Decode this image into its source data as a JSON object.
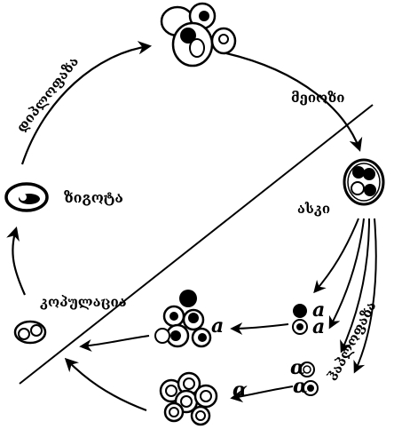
{
  "labels": {
    "diplophase": "დიპლოფაზა",
    "meiosis": "მეიოზი",
    "zygote": "ზიგოტა",
    "ascus": "ასკი",
    "copulation": "კოპულაცია",
    "haplophase": "ჰაპლოფაზა"
  },
  "mating_types": {
    "a_1": "a",
    "a_2": "a",
    "a_3": "a",
    "alpha_1": "α",
    "alpha_2": "α",
    "alpha_3": "α"
  },
  "colors": {
    "ink": "#000000",
    "paper": "#ffffff"
  }
}
